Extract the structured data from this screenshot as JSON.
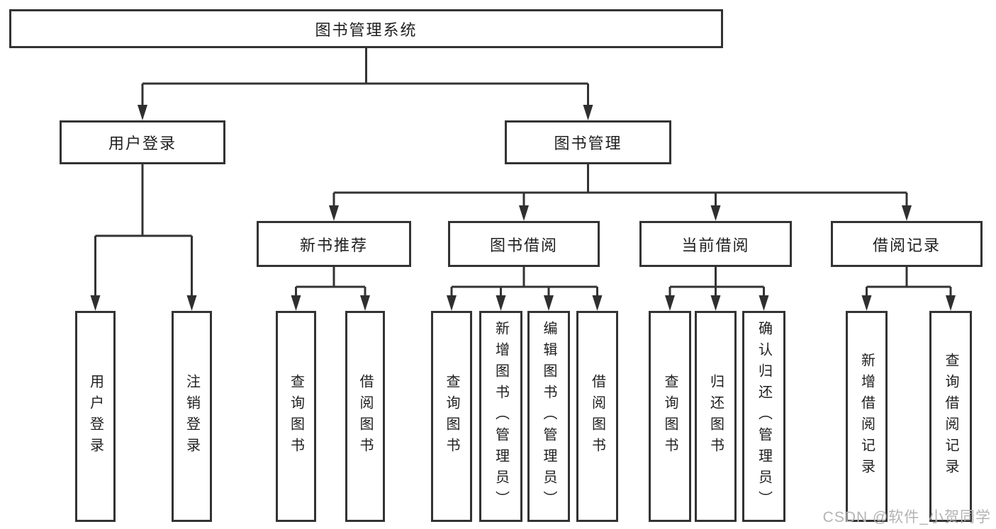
{
  "tree": {
    "root": "图书管理系统",
    "modules": [
      {
        "name": "用户登录",
        "features": [
          "用户登录",
          "注销登录"
        ]
      },
      {
        "name": "图书管理",
        "submodules": [
          {
            "name": "新书推荐",
            "features": [
              "查询图书",
              "借阅图书"
            ]
          },
          {
            "name": "图书借阅",
            "features": [
              "查询图书",
              "新增图书（管理员）",
              "编辑图书（管理员）",
              "借阅图书"
            ]
          },
          {
            "name": "当前借阅",
            "features": [
              "查询图书",
              "归还图书",
              "确认归还（管理员）"
            ]
          },
          {
            "name": "借阅记录",
            "features": [
              "新增借阅记录",
              "查询借阅记录"
            ]
          }
        ]
      }
    ]
  },
  "watermark": "CSDN @软件_小贺同学",
  "colors": {
    "line": "#333333",
    "arrow": "#2f2f2f",
    "box_border": "#333333",
    "box_bg": "#ffffff",
    "text": "#1f1f1f",
    "watermark_text": "#b3b3b3",
    "background": "#ffffff"
  }
}
